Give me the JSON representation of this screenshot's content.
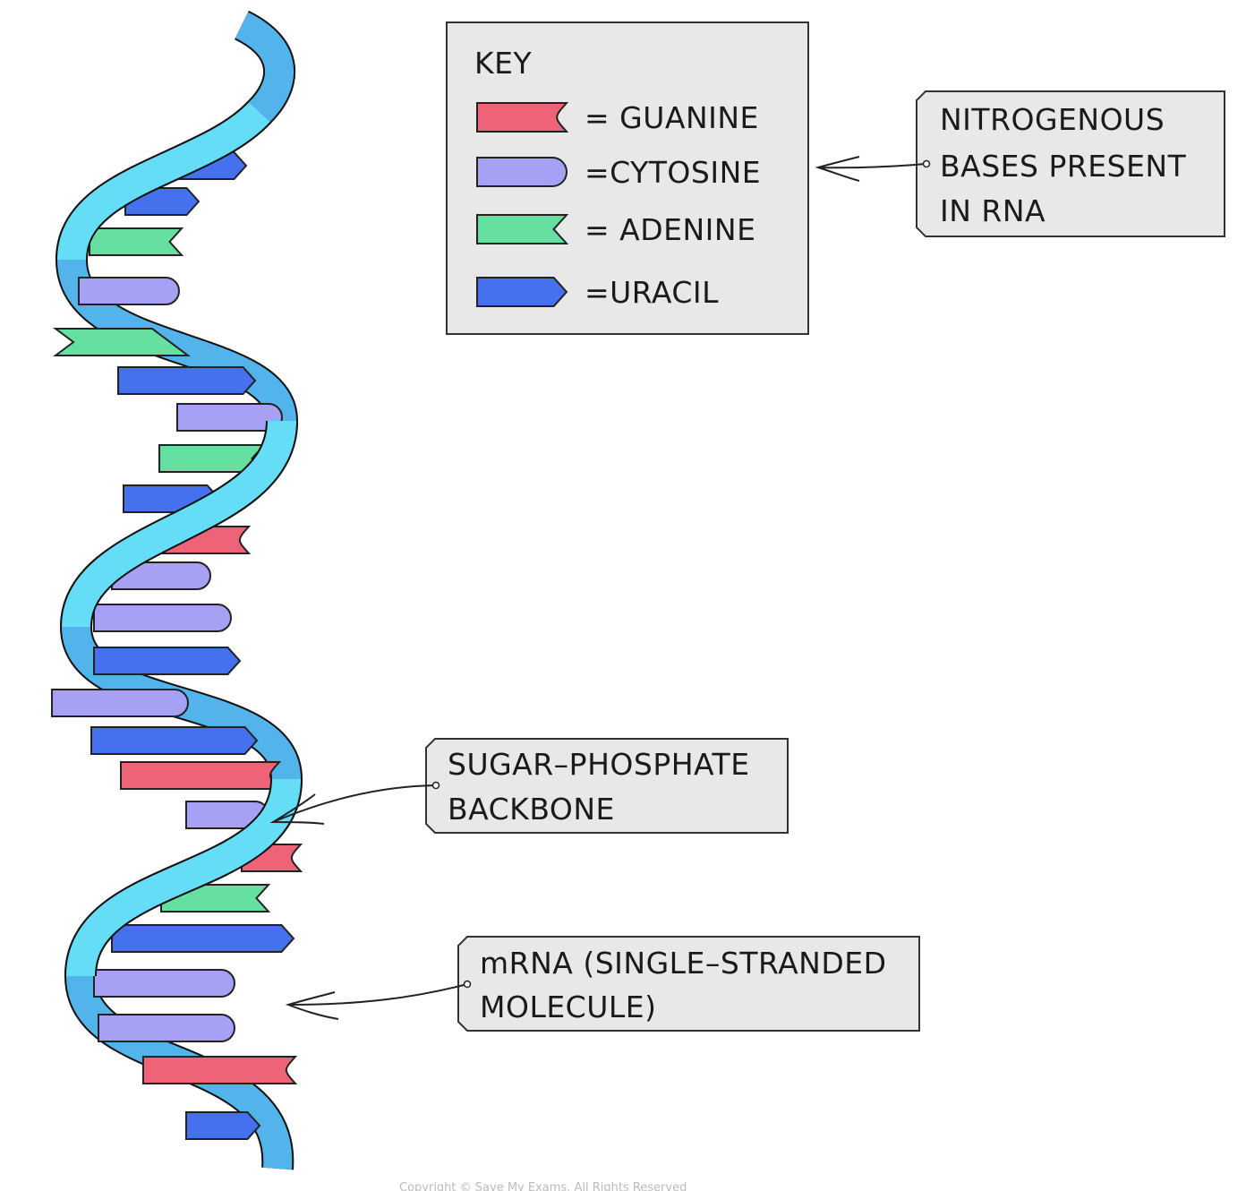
{
  "key": {
    "title": "KEY",
    "items": [
      {
        "label": "= GUANINE",
        "type": "G",
        "color": "#ee6377"
      },
      {
        "label": "=CYTOSINE",
        "type": "C",
        "color": "#a6a1f5"
      },
      {
        "label": "= ADENINE",
        "type": "A",
        "color": "#66e0a0"
      },
      {
        "label": "=URACIL",
        "type": "U",
        "color": "#4571ee"
      }
    ]
  },
  "callouts": {
    "bases": [
      "NITROGENOUS",
      "BASES  PRESENT",
      "IN   RNA"
    ],
    "backbone": [
      "SUGAR–PHOSPHATE",
      "BACKBONE"
    ],
    "mrna": [
      "mRNA  (SINGLE–STRANDED",
      "MOLECULE)"
    ]
  },
  "strand": {
    "sequence": [
      "U",
      "U",
      "A",
      "C",
      "A",
      "U",
      "C",
      "A",
      "U",
      "G",
      "C",
      "C",
      "U",
      "C",
      "U",
      "G",
      "C",
      "G",
      "A",
      "U",
      "C",
      "C",
      "G",
      "U"
    ],
    "backbone_front_color": "#66ddf7",
    "backbone_back_color": "#52b4ea"
  },
  "copyright": "Copyright © Save My Exams. All Rights Reserved"
}
